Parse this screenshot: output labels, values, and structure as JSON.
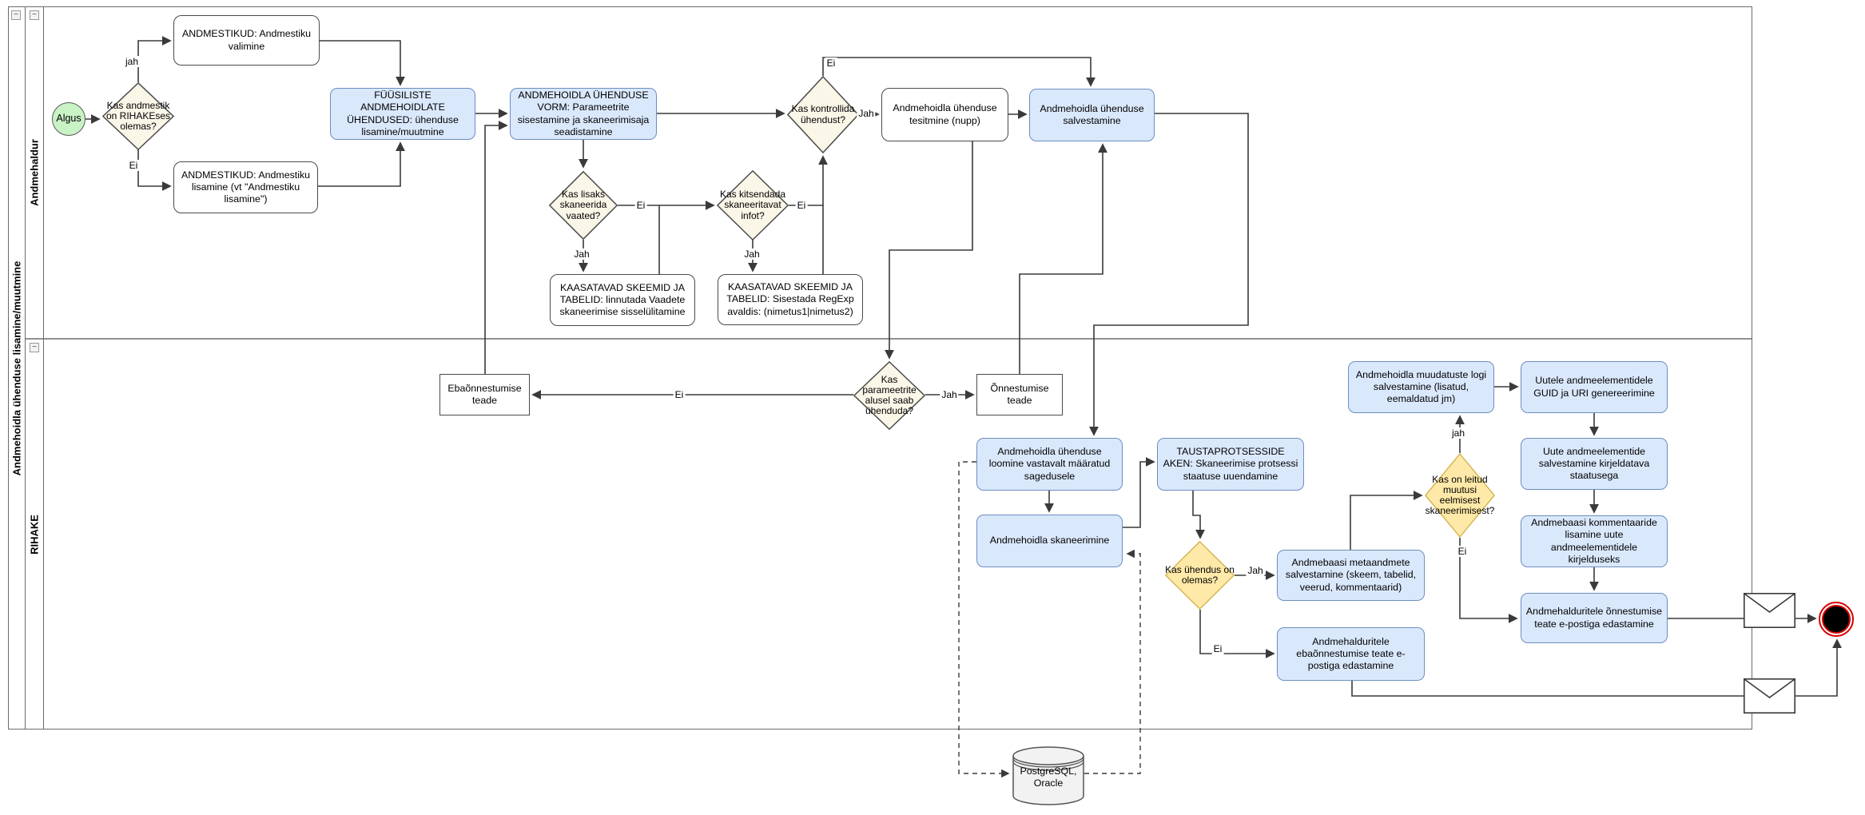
{
  "pool": {
    "title": "Andmehoidla ühenduse lisamine/muutmine",
    "collapse_glyph": "−",
    "lanes": [
      {
        "label": "Andmehaldur"
      },
      {
        "label": "RIHAKE"
      }
    ]
  },
  "nodes": {
    "algus": {
      "label": "Algus"
    },
    "d_andmestik": {
      "label": "Kas andmestik on RIHAKEses olemas?"
    },
    "valimine": {
      "label": "ANDMESTIKUD: Andmestiku valimine"
    },
    "lisamine": {
      "label": "ANDMESTIKUD: Andmestiku lisamine (vt \"Andmestiku lisamine\")"
    },
    "fyysiliste": {
      "label": "FÜÜSILISTE ANDMEHOIDLATE ÜHENDUSED: ühenduse lisamine/muutmine"
    },
    "vorm": {
      "label": "ANDMEHOIDLA ÜHENDUSE VORM: Parameetrite sisestamine ja skaneerimisaja seadistamine"
    },
    "d_lisaks": {
      "label": "Kas lisaks skaneerida vaated?"
    },
    "d_kitsendada": {
      "label": "Kas kitsendada skaneeritavat infot?"
    },
    "kaasatavad_vaated": {
      "label": "KAASATAVAD SKEEMID JA TABELID: linnutada Vaadete skaneerimise sisselülitamine"
    },
    "kaasatavad_regexp": {
      "label": "KAASATAVAD SKEEMID JA TABELID: Sisestada RegExp avaldis: (nimetus1|nimetus2)"
    },
    "d_kontrollida": {
      "label": "Kas kontrollida ühendust?"
    },
    "tesitmine": {
      "label": "Andmehoidla ühenduse tesitmine (nupp)"
    },
    "salvestamine": {
      "label": "Andmehoidla ühenduse salvestamine"
    },
    "ebaonnestumise_teade": {
      "label": "Ebaõnnestumise teade"
    },
    "d_parameetrite": {
      "label": "Kas parameetrite alusel saab ühenduda?"
    },
    "onnestumise_teade": {
      "label": "Õnnestumise teade"
    },
    "loomine": {
      "label": "Andmehoidla ühenduse loomine vastavalt määratud sagedusele"
    },
    "skaneerimine": {
      "label": "Andmehoidla skaneerimine"
    },
    "taustaprotsessid": {
      "label": "TAUSTAPROTSESSIDE AKEN: Skaneerimise protsessi staatuse uuendamine"
    },
    "d_yhendus": {
      "label": "Kas ühendus on olemas?"
    },
    "metaandmed": {
      "label": "Andmebaasi metaandmete salvestamine (skeem, tabelid, veerud, kommentaarid)"
    },
    "ebaonn_epost": {
      "label": "Andmehalduritele ebaõnnestumise teate e-postiga edastamine"
    },
    "logi": {
      "label": "Andmehoidla muudatuste logi salvestamine (lisatud, eemaldatud jm)"
    },
    "guid": {
      "label": "Uutele andmeelementidele GUID ja URI genereerimine"
    },
    "d_muutused": {
      "label": "Kas on leitud muutusi eelmisest skaneerimisest?"
    },
    "uute_salvestamine": {
      "label": "Uute andmeelementide salvestamine kirjeldatava staatusega"
    },
    "kommentaarid": {
      "label": "Andmebaasi kommentaaride lisamine uute andmeelementidele kirjelduseks"
    },
    "onn_epost": {
      "label": "Andmehalduritele õnnestumise teate e-postiga edastamine"
    },
    "andmebaas": {
      "label": "PostgreSQL, Oracle"
    }
  },
  "edge_labels": [
    {
      "text": "jah"
    },
    {
      "text": "Ei"
    },
    {
      "text": "Jah"
    },
    {
      "text": "Ei"
    },
    {
      "text": "Jah"
    },
    {
      "text": "Ei"
    },
    {
      "text": "Ei"
    },
    {
      "text": "Jah"
    },
    {
      "text": "Ei"
    },
    {
      "text": "Jah"
    },
    {
      "text": "Jah"
    },
    {
      "text": "Ei"
    },
    {
      "text": "jah"
    },
    {
      "text": "Ei"
    }
  ],
  "colors": {
    "task_fill": "#DAE8FC",
    "task_stroke": "#6C8EBF",
    "start_fill": "#C9F2C5",
    "decision_neutral_fill": "#FAF6E8",
    "decision_neutral_stroke": "#4A4A4A",
    "decision_highlight_fill": "#FFE9A8",
    "decision_highlight_stroke": "#D6B656",
    "end_color": "#D40000",
    "db_fill": "#F2F2F2"
  }
}
